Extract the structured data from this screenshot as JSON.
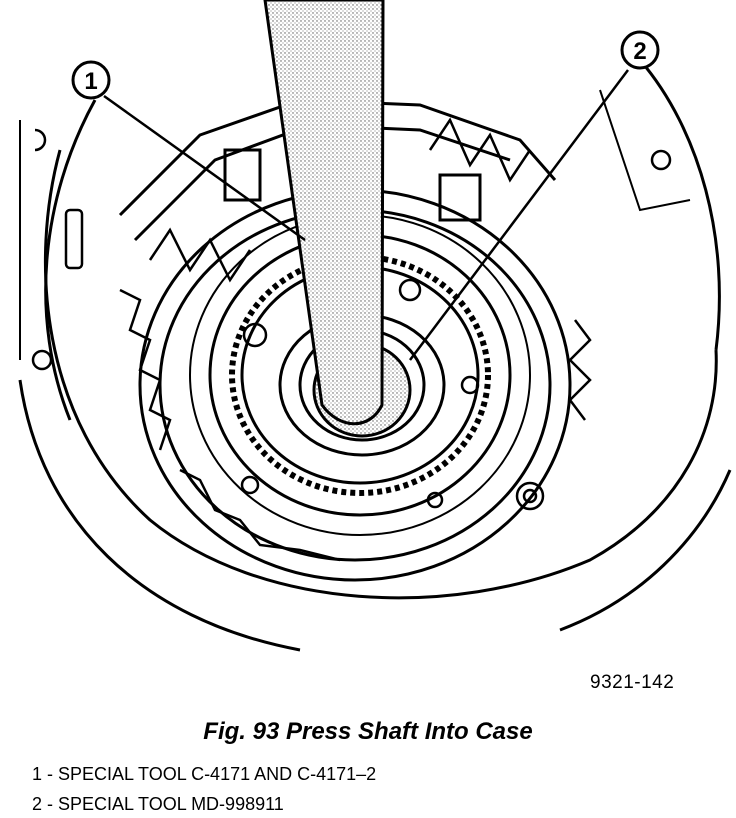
{
  "figure": {
    "number_label": "9321-142",
    "caption": "Fig. 93 Press Shaft Into Case"
  },
  "callouts": [
    {
      "number": "1"
    },
    {
      "number": "2"
    }
  ],
  "legend": [
    {
      "text": "1 - SPECIAL TOOL C-4171 AND C-4171–2"
    },
    {
      "text": "2 - SPECIAL TOOL MD-998911"
    }
  ],
  "colors": {
    "ink": "#000000",
    "paper": "#ffffff",
    "shaft_fill": "#d6d6d6"
  }
}
